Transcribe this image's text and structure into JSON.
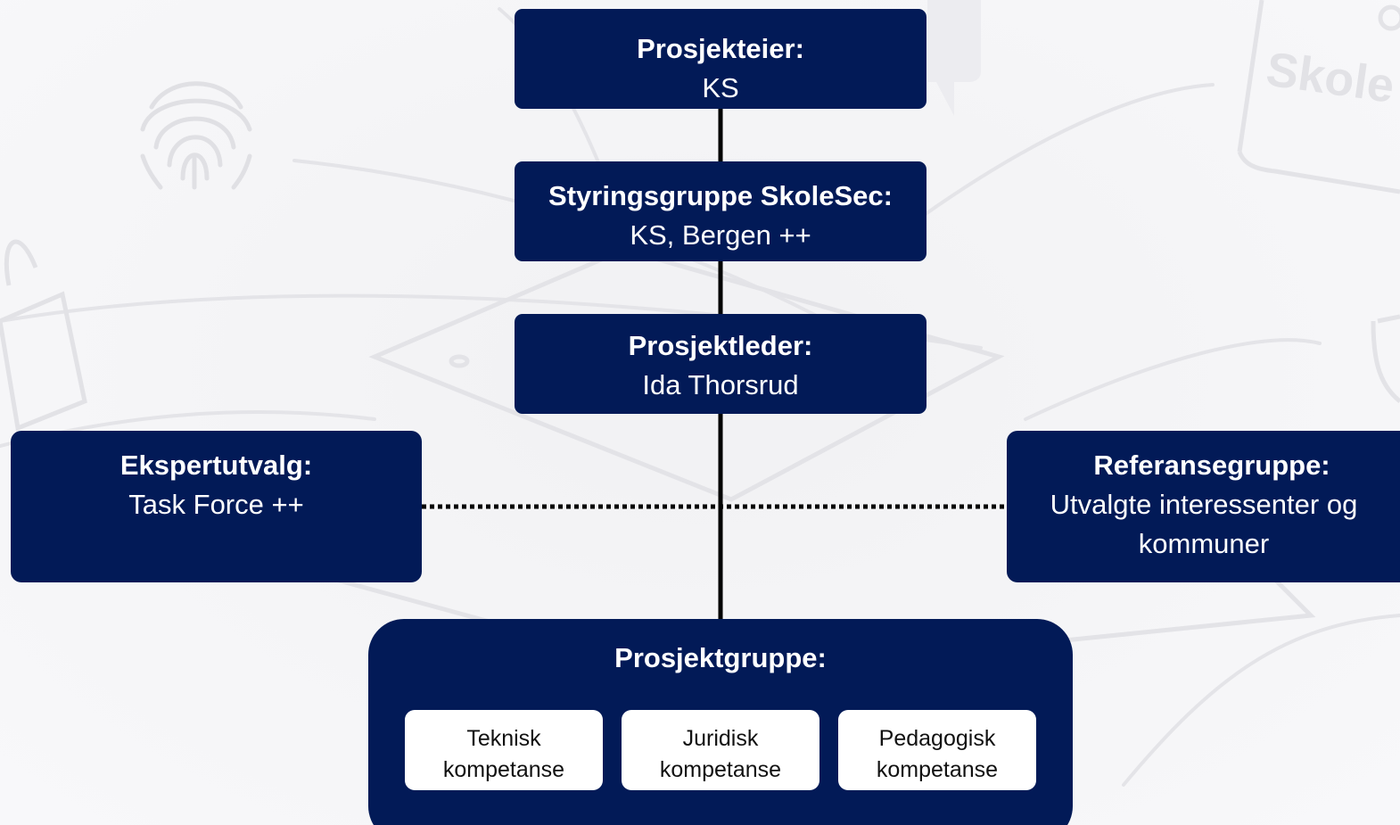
{
  "colors": {
    "box_fill": "#021a57",
    "box_text": "#ffffff",
    "card_fill": "#ffffff",
    "card_text": "#111111",
    "connector": "#000000",
    "background": "#f4f4f6"
  },
  "background_watermark": {
    "text": "Skole",
    "icons": [
      "fingerprint-icon",
      "padlock-icon",
      "laptop-icon",
      "phone-icon",
      "shield-icon"
    ]
  },
  "org": {
    "owner": {
      "title": "Prosjekteier:",
      "text": "KS"
    },
    "steering": {
      "title": "Styringsgruppe SkoleSec:",
      "text": "KS, Bergen ++"
    },
    "lead": {
      "title": "Prosjektleder:",
      "text": "Ida Thorsrud"
    },
    "expert": {
      "title": "Ekspertutvalg:",
      "text": "Task Force ++"
    },
    "reference": {
      "title": "Referansegruppe:",
      "text_line1": "Utvalgte interessenter og",
      "text_line2": "kommuner"
    },
    "project_group": {
      "title": "Prosjektgruppe:",
      "cards": [
        {
          "line1": "Teknisk",
          "line2": "kompetanse"
        },
        {
          "line1": "Juridisk",
          "line2": "kompetanse"
        },
        {
          "line1": "Pedagogisk",
          "line2": "kompetanse"
        }
      ]
    }
  },
  "connectors": {
    "solid": "solid vertical line from Prosjekteier down to Prosjektgruppe",
    "dotted": "dotted horizontal line from Ekspertutvalg to Referansegruppe"
  }
}
